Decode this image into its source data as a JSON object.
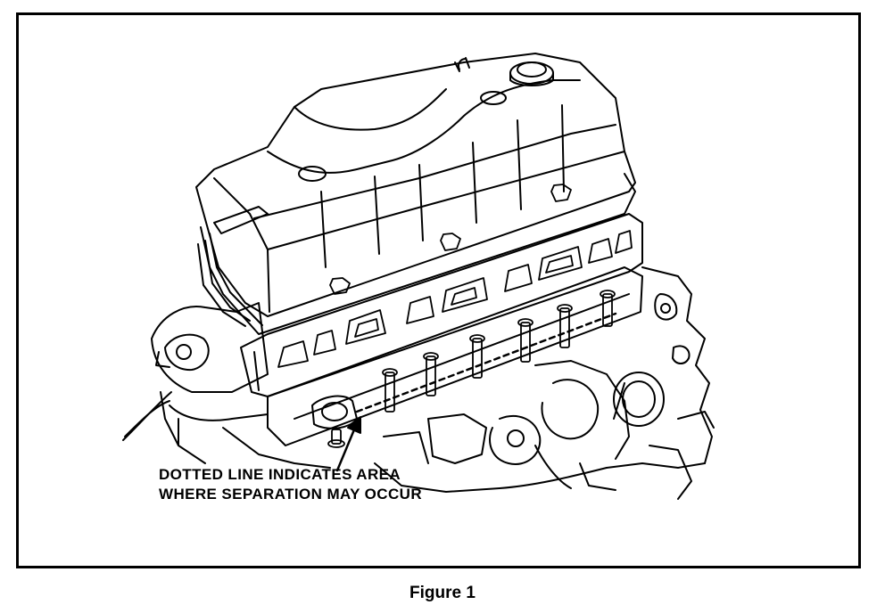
{
  "diagram": {
    "callout": {
      "line1": "DOTTED LINE INDICATES AREA",
      "line2": "WHERE SEPARATION MAY OCCUR"
    },
    "caption": "Figure 1"
  },
  "colors": {
    "ink": "#000000",
    "paper": "#ffffff"
  }
}
